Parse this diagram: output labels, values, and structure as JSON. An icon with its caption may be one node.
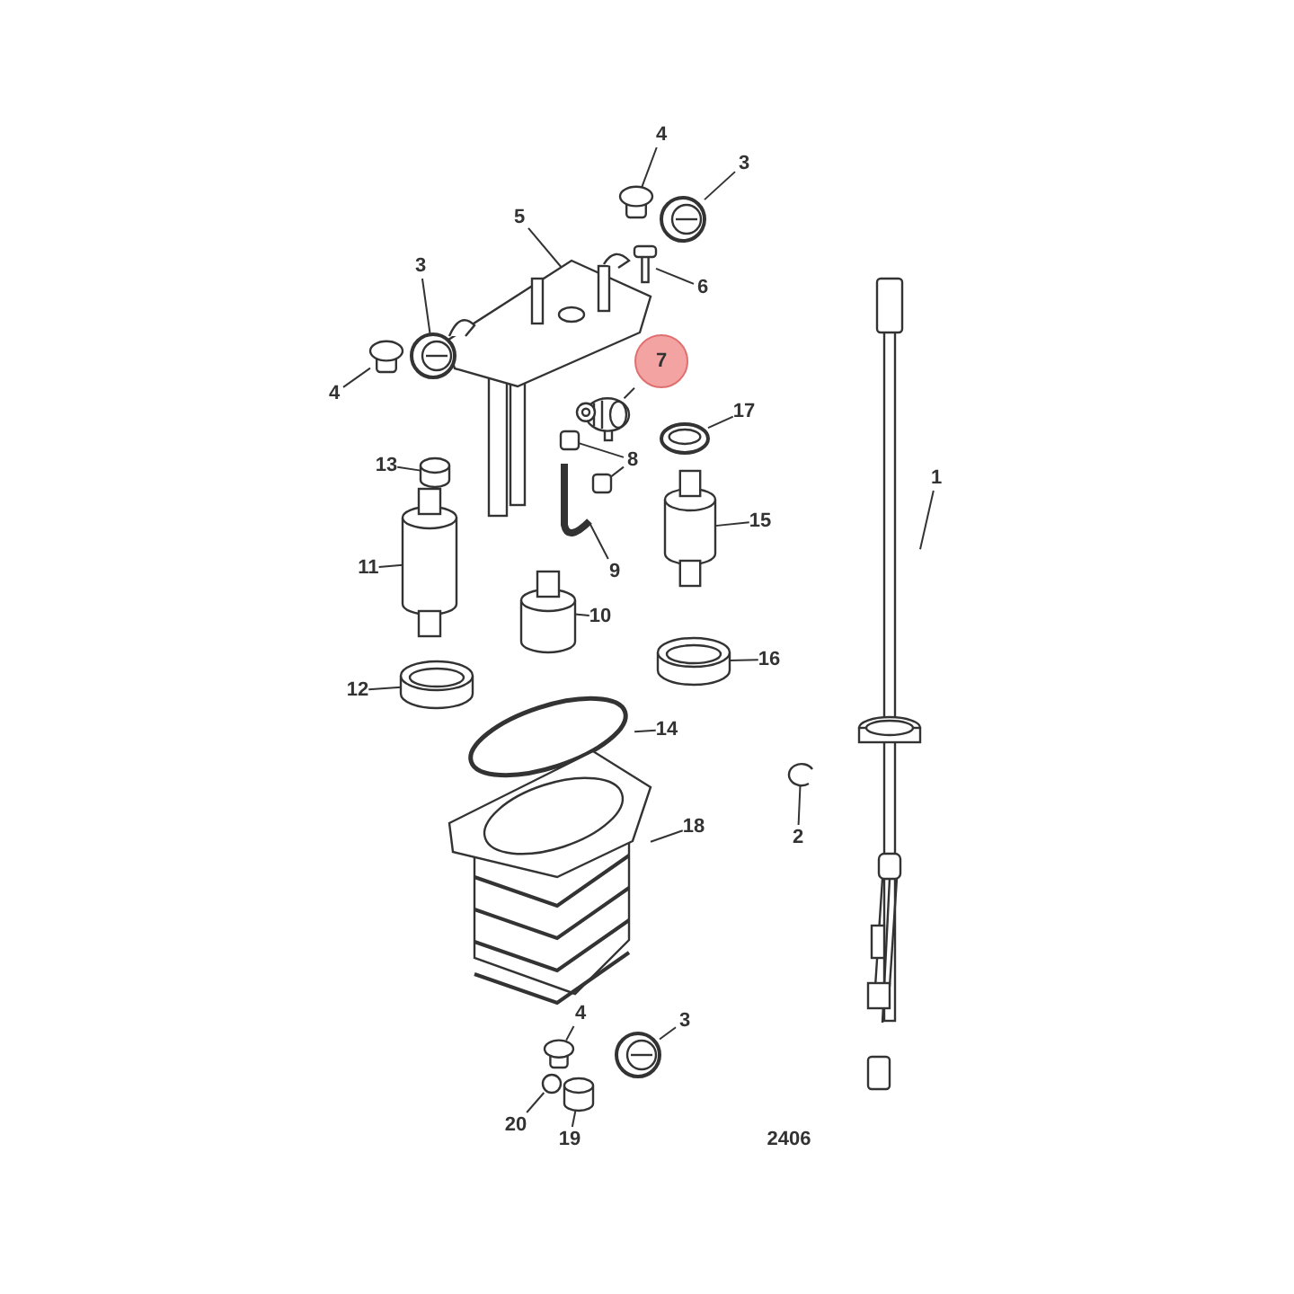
{
  "diagram": {
    "nodes": [
      {
        "text": [
          "4"
        ]
      },
      {
        "text": [],
        "shape": "cylinder"
      },
      {
        "text": [
          "3"
        ]
      },
      {
        "text": [],
        "shape": "picture"
      },
      {
        "text": [
          "5"
        ]
      },
      {
        "text": [],
        "shape": "picture"
      },
      {
        "text": [
          "6"
        ]
      },
      {
        "text": [],
        "shape": "picture"
      },
      {
        "text": [
          "3"
        ]
      },
      {
        "text": [],
        "shape": "picture"
      },
      {
        "text": [
          "4"
        ]
      },
      {
        "text": [],
        "shape": "cylinder"
      },
      {
        "text": [
          "7"
        ]
      },
      {
        "text": [],
        "shape": "picture"
      },
      {
        "text": [
          "17"
        ]
      },
      {
        "text": [],
        "shape": "picture"
      },
      {
        "text": [
          "13"
        ]
      },
      {
        "text": [],
        "shape": "cylinder"
      },
      {
        "text": [
          "8"
        ]
      },
      {
        "text": [],
        "shape": "box"
      },
      {
        "text": [],
        "shape": "box"
      },
      {
        "text": [
          "1"
        ]
      },
      {
        "text": [],
        "shape": "picture"
      },
      {
        "text": [
          "15"
        ]
      },
      {
        "text": [],
        "shape": "cylinder"
      },
      {
        "text": [
          "11"
        ]
      },
      {
        "text": [],
        "shape": "cylinder"
      },
      {
        "text": [
          "9"
        ]
      },
      {
        "text": [],
        "shape": "picture"
      },
      {
        "text": [
          "10"
        ]
      },
      {
        "text": [],
        "shape": "cylinder"
      },
      {
        "text": [
          "12"
        ]
      },
      {
        "text": [],
        "shape": "cylinder"
      },
      {
        "text": [
          "16"
        ]
      },
      {
        "text": [],
        "shape": "cylinder"
      },
      {
        "text": [
          "14"
        ]
      },
      {
        "text": [],
        "shape": "circle"
      },
      {
        "text": [
          "18"
        ]
      },
      {
        "text": [],
        "shape": "picture"
      },
      {
        "text": [
          "2"
        ]
      },
      {
        "text": [],
        "shape": "picture"
      },
      {
        "text": [
          "4"
        ]
      },
      {
        "text": [],
        "shape": "cylinder"
      },
      {
        "text": [
          "3"
        ]
      },
      {
        "text": [],
        "shape": "picture"
      },
      {
        "text": [
          "20"
        ]
      },
      {
        "text": [],
        "shape": "circle"
      },
      {
        "text": [
          "19"
        ]
      },
      {
        "text": [],
        "shape": "cylinder"
      }
    ],
    "edges": [
      {
        "from": 0,
        "to": 1,
        "arrow": "none"
      },
      {
        "from": 2,
        "to": 3,
        "arrow": "none"
      },
      {
        "from": 4,
        "to": 5,
        "arrow": "none"
      },
      {
        "from": 6,
        "to": 7,
        "arrow": "none"
      },
      {
        "from": 8,
        "to": 9,
        "arrow": "none"
      },
      {
        "from": 10,
        "to": 11,
        "arrow": "none"
      },
      {
        "from": 12,
        "to": 13,
        "arrow": "none"
      },
      {
        "from": 14,
        "to": 15,
        "arrow": "none"
      },
      {
        "from": 16,
        "to": 17,
        "arrow": "none"
      },
      {
        "from": 18,
        "to": 19,
        "arrow": "none"
      },
      {
        "from": 18,
        "to": 20,
        "arrow": "none"
      },
      {
        "from": 21,
        "to": 22,
        "arrow": "none"
      },
      {
        "from": 23,
        "to": 24,
        "arrow": "none"
      },
      {
        "from": 25,
        "to": 26,
        "arrow": "none"
      },
      {
        "from": 27,
        "to": 28,
        "arrow": "none"
      },
      {
        "from": 29,
        "to": 30,
        "arrow": "none"
      },
      {
        "from": 31,
        "to": 32,
        "arrow": "none"
      },
      {
        "from": 33,
        "to": 34,
        "arrow": "none"
      },
      {
        "from": 35,
        "to": 36,
        "arrow": "none"
      },
      {
        "from": 37,
        "to": 38,
        "arrow": "none"
      },
      {
        "from": 39,
        "to": 40,
        "arrow": "none"
      },
      {
        "from": 41,
        "to": 42,
        "arrow": "none"
      },
      {
        "from": 43,
        "to": 44,
        "arrow": "none"
      },
      {
        "from": 45,
        "to": 46,
        "arrow": "none"
      },
      {
        "from": 47,
        "to": 48,
        "arrow": "none"
      }
    ],
    "labels": [
      "2406"
    ]
  }
}
